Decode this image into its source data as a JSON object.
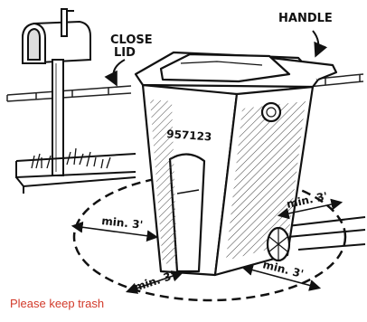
{
  "labels": {
    "close_lid": [
      "CLOSE",
      "LID"
    ],
    "handle": "HANDLE",
    "cart_number": "957123",
    "clearance": "min. 3'"
  },
  "caption": "Please keep trash",
  "colors": {
    "caption": "#d23a2a",
    "ink": "#111111"
  }
}
